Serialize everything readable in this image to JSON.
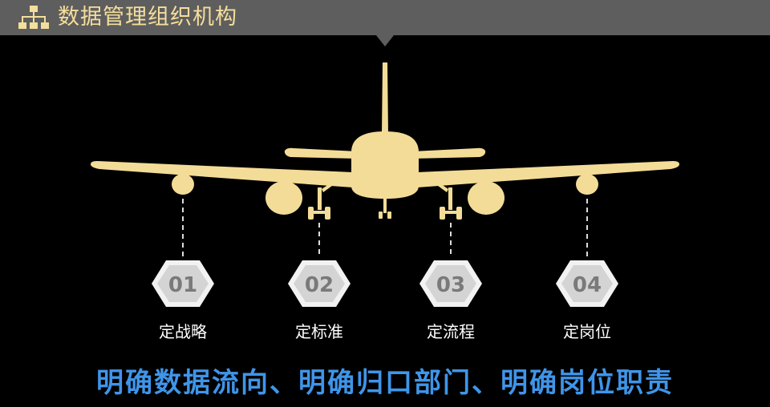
{
  "header": {
    "title": "数据管理组织机构",
    "icon": "org-chart-icon",
    "background": "#5e5e5e",
    "title_color": "#f4de9c"
  },
  "illustration": {
    "icon": "airplane-icon",
    "color": "#f3dc97"
  },
  "steps": [
    {
      "number": "01",
      "label": "定战略"
    },
    {
      "number": "02",
      "label": "定标准"
    },
    {
      "number": "03",
      "label": "定流程"
    },
    {
      "number": "04",
      "label": "定岗位"
    }
  ],
  "tagline": {
    "text": "明确数据流向、明确归口部门、明确岗位职责",
    "color": "#3f95e9"
  }
}
